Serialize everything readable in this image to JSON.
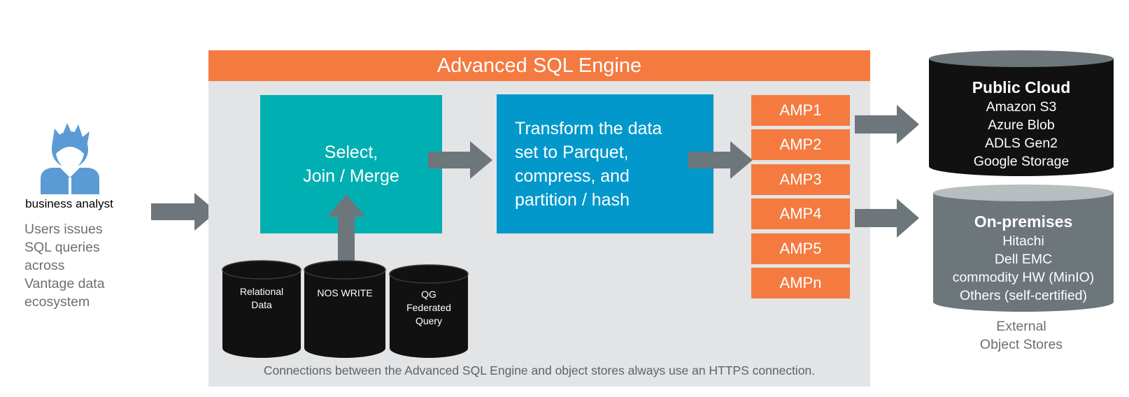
{
  "person": {
    "label": "business analyst",
    "description": [
      "Users issues",
      "SQL  queries",
      "across",
      "Vantage data",
      "ecosystem"
    ]
  },
  "engine": {
    "title": "Advanced SQL Engine",
    "footer": "Connections between the Advanced SQL Engine and object stores always use an HTTPS connection."
  },
  "select_box": {
    "lines": [
      "Select,",
      "Join / Merge"
    ]
  },
  "transform_box": {
    "lines": [
      "Transform the data",
      "set to Parquet,",
      "compress, and",
      "partition / hash"
    ]
  },
  "amps": [
    "AMP1",
    "AMP2",
    "AMP3",
    "AMP4",
    "AMP5",
    "AMPn"
  ],
  "sources": [
    {
      "lines": [
        "Relational",
        "Data"
      ]
    },
    {
      "lines": [
        "NOS WRITE"
      ]
    },
    {
      "lines": [
        "QG",
        "Federated",
        "Query"
      ]
    }
  ],
  "public_cloud": {
    "title": "Public Cloud",
    "items": [
      "Amazon S3",
      "Azure Blob",
      "ADLS Gen2",
      "Google Storage"
    ]
  },
  "on_premises": {
    "title": "On-premises",
    "items": [
      "Hitachi",
      "Dell EMC",
      "commodity HW (MinIO)",
      "Others (self-certified)"
    ]
  },
  "external_label": [
    "External",
    "Object Stores"
  ],
  "colors": {
    "orange": "#f47a40",
    "teal": "#00afb1",
    "blue": "#0398cc",
    "panel": "#e2e4e5",
    "arrow": "#6d767b",
    "cloud_cylinder": "#111111",
    "onprem_cylinder": "#6d767b",
    "person": "#5b9bd5"
  }
}
